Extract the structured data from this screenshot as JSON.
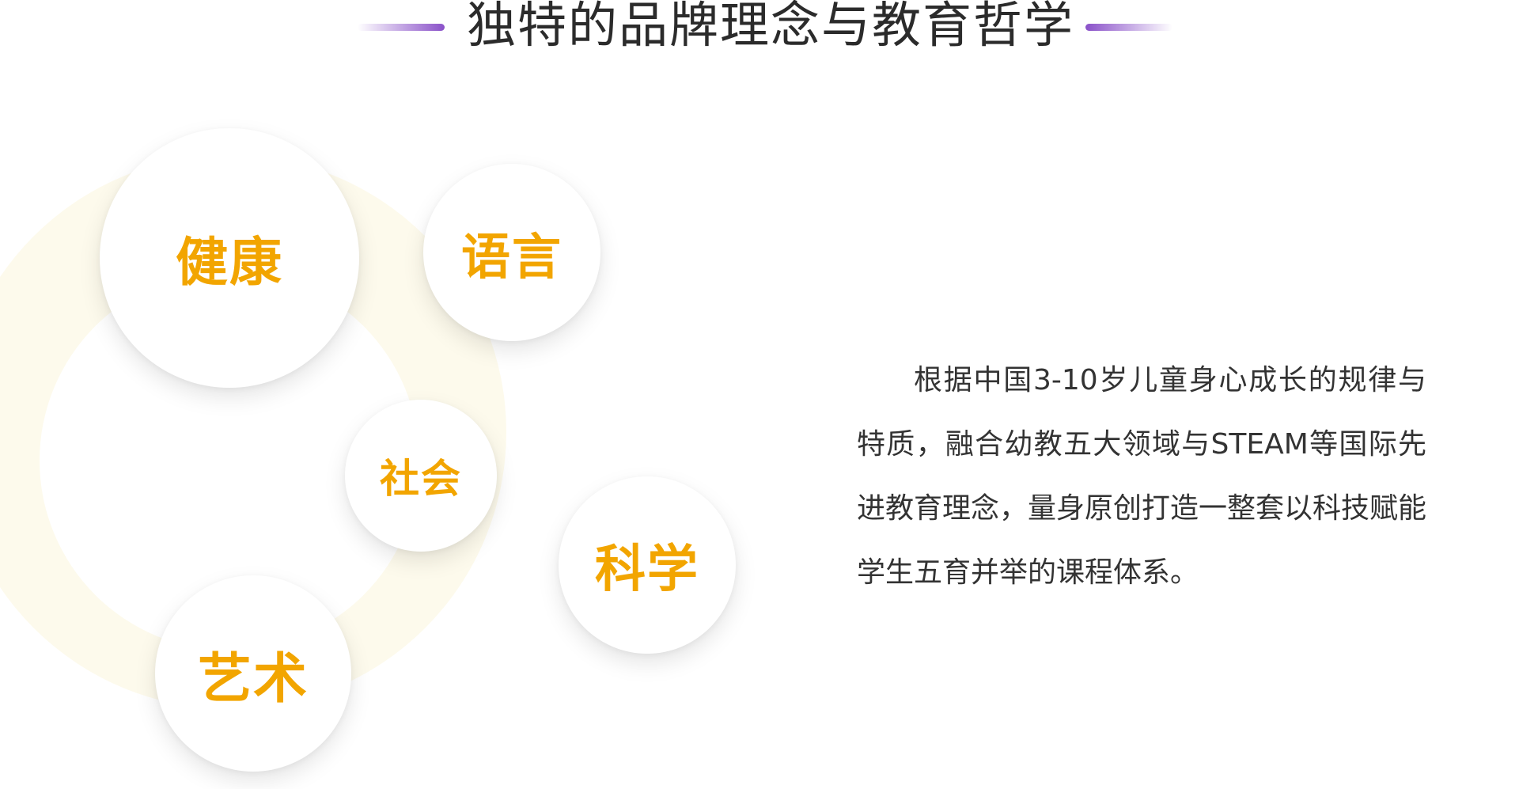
{
  "header": {
    "title": "独特的品牌理念与教育哲学"
  },
  "domains": [
    {
      "label": "健康"
    },
    {
      "label": "语言"
    },
    {
      "label": "社会"
    },
    {
      "label": "科学"
    },
    {
      "label": "艺术"
    }
  ],
  "description": {
    "text": "根据中国3-10岁儿童身心成长的规律与特质，融合幼教五大领域与STEAM等国际先进教育理念，量身原创打造一整套以科技赋能学生五育并举的课程体系。"
  },
  "colors": {
    "accent_label": "#f2a500",
    "heading_line": "#8a51c9",
    "ring": "#fdfaec",
    "heading_text": "#2b2b2b",
    "body_text": "#333333"
  }
}
